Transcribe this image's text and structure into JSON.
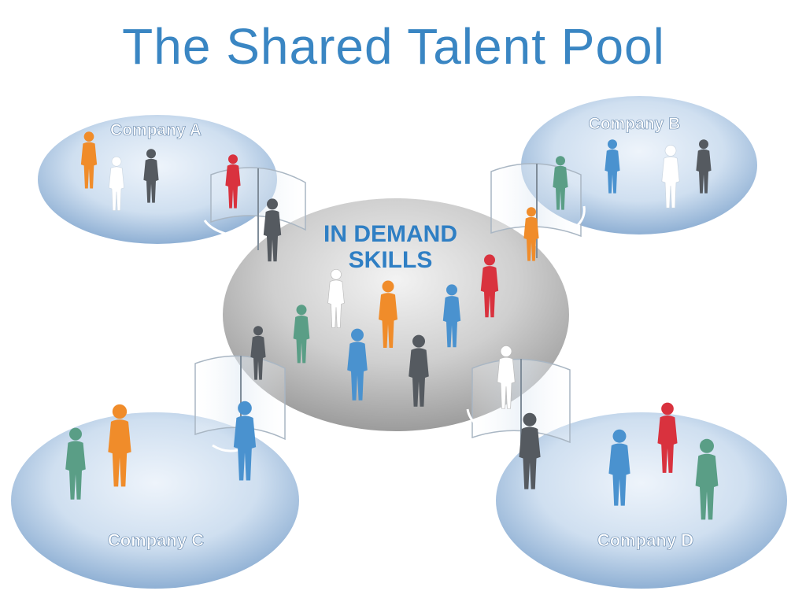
{
  "title": "The Shared Talent Pool",
  "center_label": {
    "line1": "IN DEMAND",
    "line2": "SKILLS"
  },
  "companies": [
    {
      "name": "Company A"
    },
    {
      "name": "Company B"
    },
    {
      "name": "Company C"
    },
    {
      "name": "Company D"
    }
  ],
  "colors": {
    "title": "#3a86c3",
    "center_label": "#2f7fc4",
    "orange": "#f08c2a",
    "red": "#d9323e",
    "green": "#5a9e86",
    "blue": "#4a92cf",
    "gray": "#555a60",
    "white": "#ffffff"
  }
}
